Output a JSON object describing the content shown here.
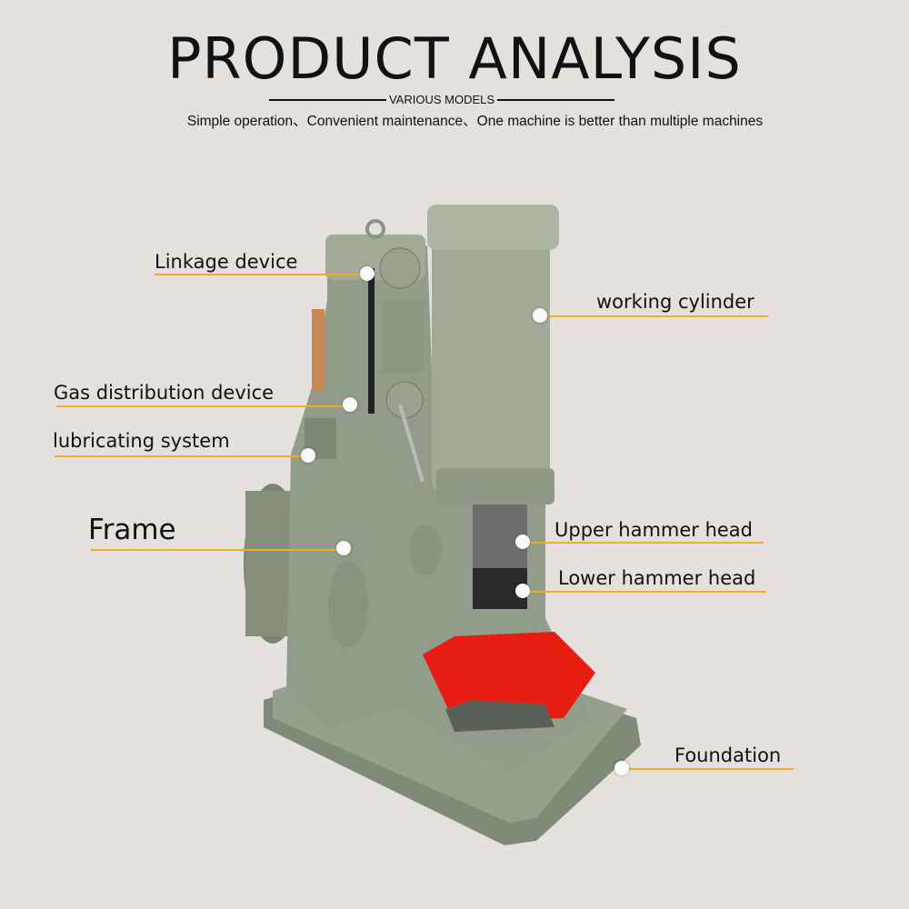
{
  "header": {
    "title": "PRODUCT ANALYSIS",
    "models": "VARIOUS MODELS",
    "subtitle": "Simple operation、Convenient maintenance、One machine is better than multiple machines"
  },
  "labels": {
    "linkage": "Linkage device",
    "gas": "Gas distribution device",
    "lubricating": "lubricating system",
    "frame": "Frame",
    "cylinder": "working cylinder",
    "upper": "Upper hammer head",
    "lower": "Lower hammer head",
    "foundation": "Foundation"
  },
  "colors": {
    "accent": "#f0ac1c",
    "machine": "#8d9886",
    "anvil": "#e81c10"
  }
}
